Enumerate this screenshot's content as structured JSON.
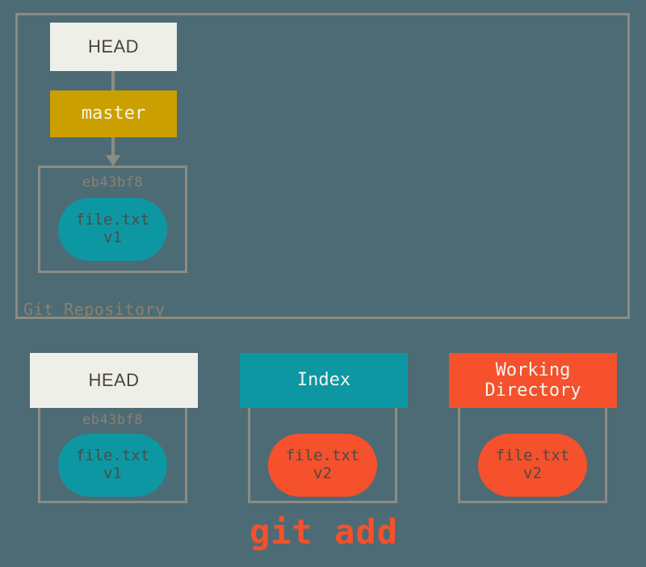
{
  "diagram": {
    "title": "git add",
    "background_color": "#4d6b75",
    "border_color": "#8c8c82"
  },
  "repository": {
    "label": "Git Repository",
    "head": {
      "label": "HEAD",
      "color": "#efefe9"
    },
    "branch": {
      "label": "master",
      "color": "#cc9f00"
    },
    "commit": {
      "id": "eb43bf8",
      "file": {
        "name": "file.txt",
        "version": "v1",
        "color": "#0d97a3"
      }
    }
  },
  "areas": [
    {
      "name": "head-area",
      "header": "HEAD",
      "header_color": "#efefe9",
      "header_text_color": "#4c443c",
      "commit_id": "eb43bf8",
      "file": {
        "name": "file.txt",
        "version": "v1",
        "color": "#0d97a3"
      }
    },
    {
      "name": "index-area",
      "header": "Index",
      "header_color": "#0d97a3",
      "header_text_color": "#f4f4ef",
      "commit_id": "",
      "file": {
        "name": "file.txt",
        "version": "v2",
        "color": "#f4512c"
      }
    },
    {
      "name": "working-directory-area",
      "header_line1": "Working",
      "header_line2": "Directory",
      "header_color": "#f4512c",
      "header_text_color": "#f4f4ef",
      "commit_id": "",
      "file": {
        "name": "file.txt",
        "version": "v2",
        "color": "#f4512c"
      }
    }
  ],
  "command": {
    "text": "git add",
    "color": "#f4512c"
  }
}
